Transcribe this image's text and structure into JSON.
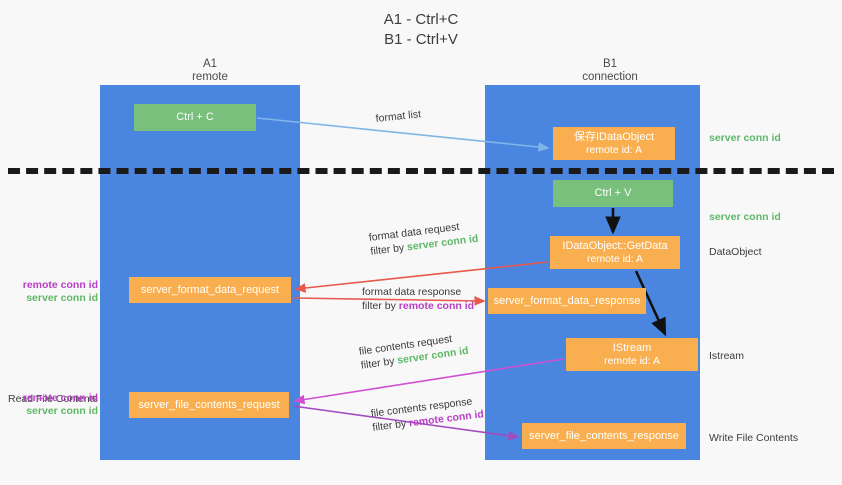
{
  "title": "A1 - Ctrl+C\nB1 - Ctrl+V",
  "columns": {
    "left": {
      "name": "A1",
      "role": "remote"
    },
    "right": {
      "name": "B1",
      "role": "connection"
    }
  },
  "boxes": {
    "ctrl_c": {
      "line1": "Ctrl + C",
      "line2": ""
    },
    "save_idataobject": {
      "line1": "保存IDataObject",
      "line2": "remote id: A"
    },
    "ctrl_v": {
      "line1": "Ctrl + V",
      "line2": ""
    },
    "getdata": {
      "line1": "IDataObject::GetData",
      "line2": "remote id: A"
    },
    "server_format_data_request": {
      "line1": "server_format_data_request",
      "line2": ""
    },
    "server_format_data_response": {
      "line1": "server_format_data_response",
      "line2": ""
    },
    "istream": {
      "line1": "IStream",
      "line2": "remote id: A"
    },
    "server_file_contents_request": {
      "line1": "server_file_contents_request",
      "line2": ""
    },
    "server_file_contents_response": {
      "line1": "server_file_contents_response",
      "line2": ""
    }
  },
  "flows": {
    "format_list": {
      "line1": "format list",
      "filter_prefix": "",
      "filter_value": ""
    },
    "format_data_request": {
      "line1": "format data request",
      "filter_prefix": "filter by ",
      "filter_value": "server conn id"
    },
    "format_data_response": {
      "line1": "format data response",
      "filter_prefix": "filter by ",
      "filter_value": "remote conn id"
    },
    "file_contents_request": {
      "line1": "file contents request",
      "filter_prefix": "filter by ",
      "filter_value": "server conn id"
    },
    "file_contents_response": {
      "line1": "file contents response",
      "filter_prefix": "filter by ",
      "filter_value": "remote conn id"
    }
  },
  "side_labels": {
    "server_conn_id_top": "server conn id",
    "server_conn_id_mid": "server conn id",
    "dataobject": "DataObject",
    "istream": "Istream",
    "write_file_contents": "Write File Contents",
    "read_file_contents": "Read File Contents",
    "remote_conn_id": "remote conn id",
    "server_conn_id": "server conn id"
  },
  "colors": {
    "lane": "#4a86e0",
    "green_box": "#78c07c",
    "orange_box": "#f9af4f",
    "green_text": "#5fb867",
    "purple_text": "#b63fc4",
    "arrow_blue": "#7fb6e8",
    "arrow_red": "#e8584c",
    "arrow_magenta": "#d14fd1",
    "arrow_purple": "#a24bc0",
    "arrow_black": "#111111",
    "divider": "#1a1a1a",
    "background": "#f8f8f8"
  }
}
